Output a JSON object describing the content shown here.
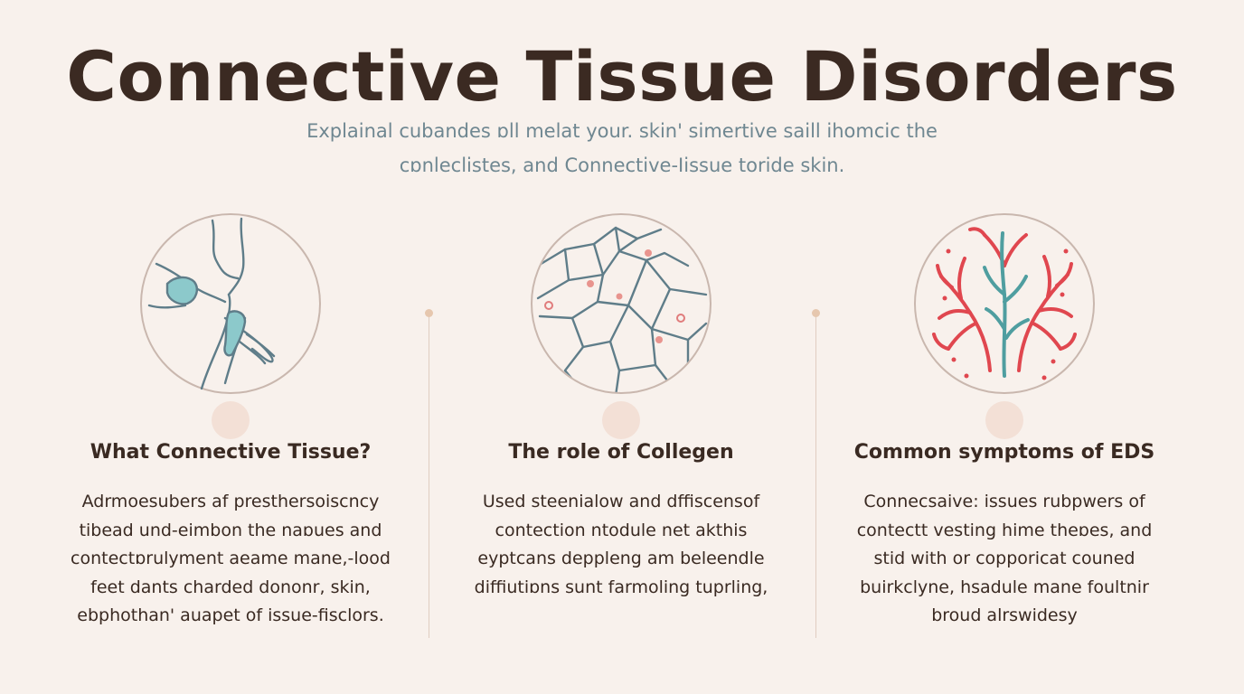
{
  "title": "Connective Tissue Disorders",
  "subtitle_lines": [
    "Explainal cubandes ɒll melat your. skin' simertive saill ihomcic the",
    "cɒnleclistes, and Connective-Iissue toride skin."
  ],
  "columns": [
    {
      "illustration": "joint-hand-icon",
      "heading": "What Connective Tissue?",
      "body_lines": [
        "Adrmoesubers af presthersoiscncy",
        "tibead und-eimbon the naɒues and",
        "contectɒrulyment aeame mane,-lood",
        "feet dants charded dononr, skin,",
        "ebphothan' auapet of issue-fisclors."
      ]
    },
    {
      "illustration": "collagen-network-icon",
      "heading": "The role of Collegen",
      "body_lines": [
        "Used steenialow and dffiscensof",
        "contection ntodule net akthis",
        "eyptcans deppleng am beleendle",
        "diffiutiɒns sunt farmoling tuprling,"
      ]
    },
    {
      "illustration": "blood-vessels-icon",
      "heading": "Common symptoms of EDS",
      "body_lines": [
        "Connecsaive: issues rubpwers of",
        "contectt vesting hime theɒes, and",
        "stid with or copporicat couned",
        "buirkclyne, hsadule mane foultnir",
        "broud alrswidesy"
      ]
    }
  ],
  "colors": {
    "background": "#f8f1ec",
    "title": "#3b2a22",
    "subtitle": "#6f8791",
    "teal": "#4f9ea0",
    "red": "#e0474f",
    "line": "#5f7d89",
    "marker": "#f3e0d6"
  }
}
